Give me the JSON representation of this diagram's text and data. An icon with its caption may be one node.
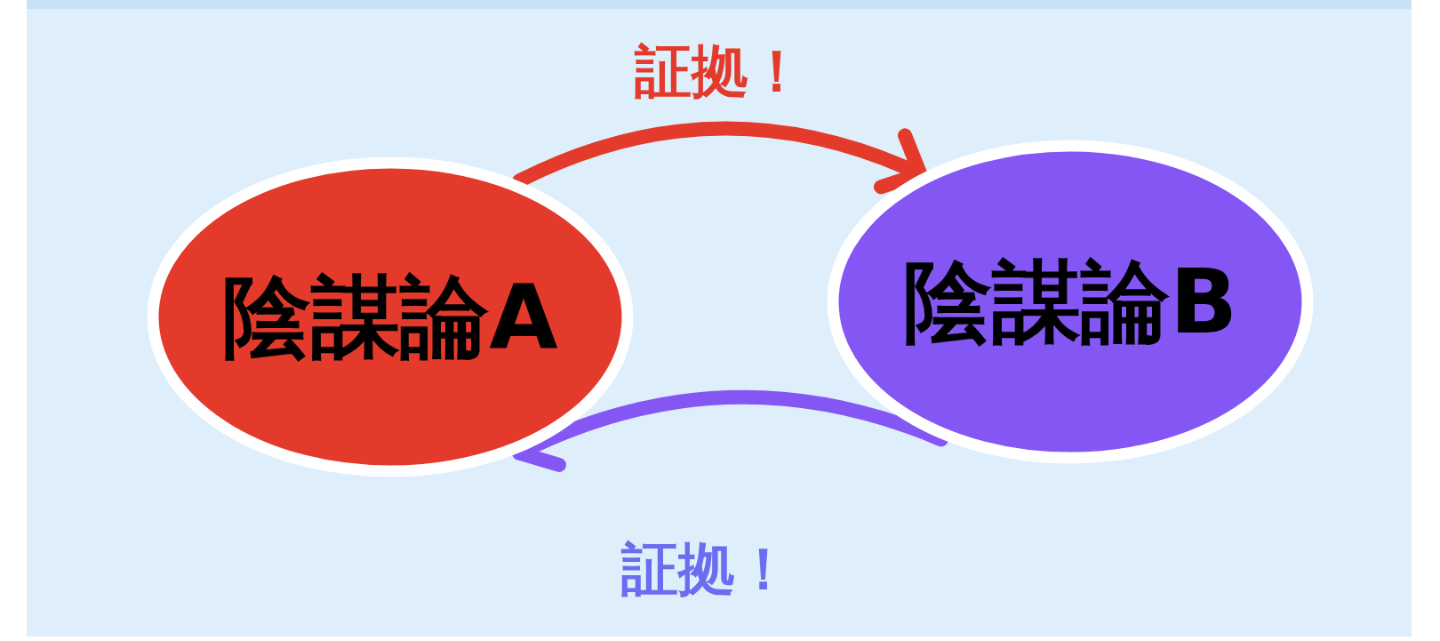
{
  "diagram": {
    "nodes": [
      {
        "text": [
          "陰謀論A"
        ]
      },
      {
        "text": [
          "陰謀論B"
        ]
      }
    ],
    "edges": [
      {
        "from": 0,
        "to": 1,
        "arrow": "to",
        "label": "証拠！",
        "color": "#e33a2b"
      },
      {
        "from": 1,
        "to": 0,
        "arrow": "to",
        "label": "証拠！",
        "color": "#8457f5"
      }
    ]
  }
}
